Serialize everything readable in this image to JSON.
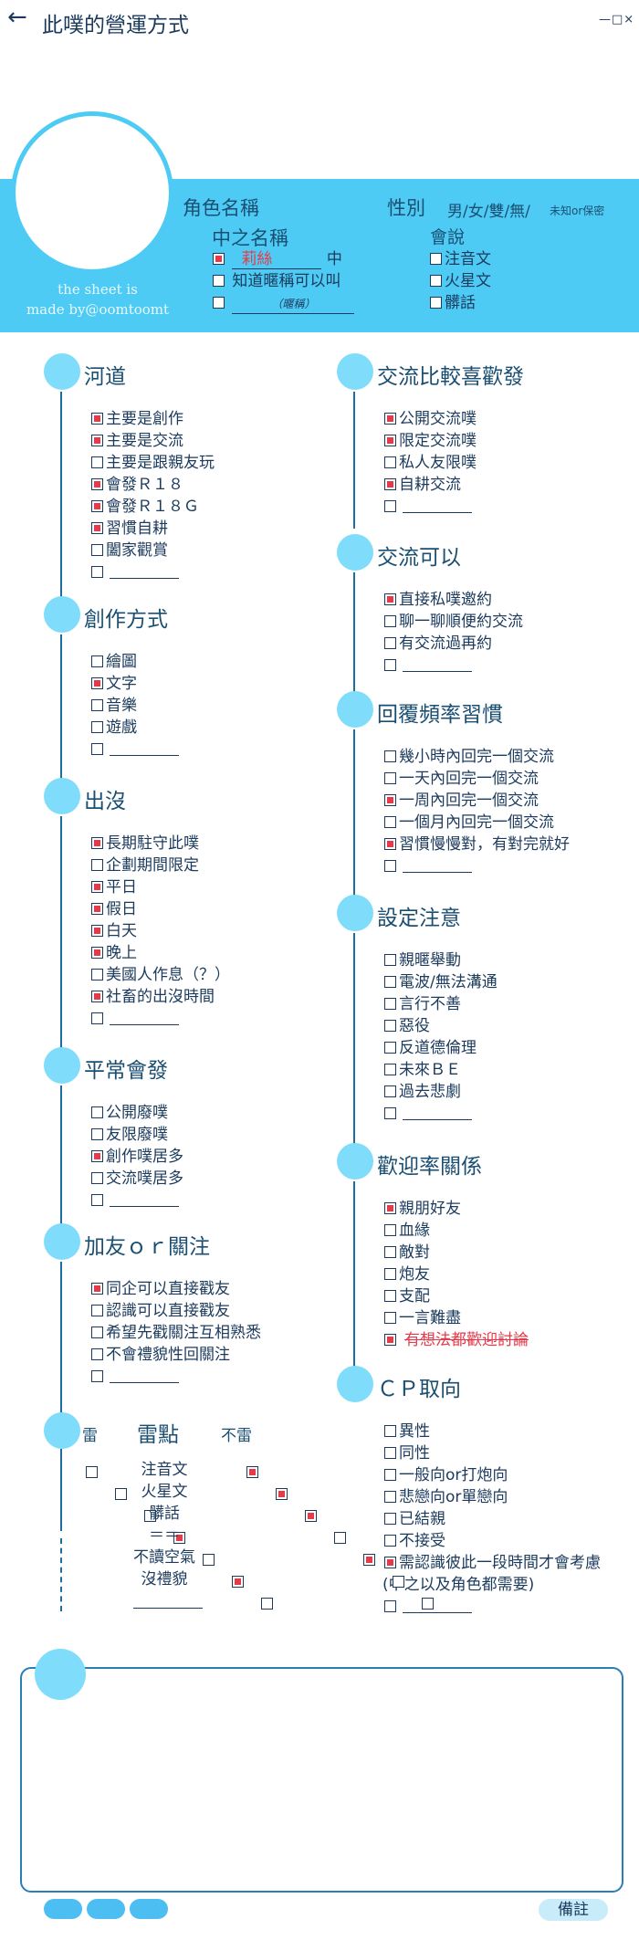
{
  "header": {
    "back_icon": "←",
    "title": "此噗的營運方式",
    "window_controls": "—□×"
  },
  "profile": {
    "credit_line1": "the sheet is",
    "credit_line2": "made by@oomtoomt",
    "role_name_label": "角色名稱",
    "gender_label": "性別",
    "gender_options": "男/女/雙/無/",
    "gender_note": "未知or保密",
    "zhongzhi_label": "中之名稱",
    "zhongzhi_value": "莉絲",
    "zhongzhi_suffix": "中",
    "zhongzhi_opt2": "知道暱稱可以叫",
    "zhongzhi_opt3_hint": "（暱稱）",
    "speak_label": "會說",
    "speak_items": [
      "注音文",
      "火星文",
      "髒話"
    ]
  },
  "left_sections": [
    {
      "title": "河道",
      "items": [
        {
          "label": "主要是創作",
          "checked": true
        },
        {
          "label": "主要是交流",
          "checked": true
        },
        {
          "label": "主要是跟親友玩",
          "checked": false
        },
        {
          "label": "會發Ｒ１８",
          "checked": true
        },
        {
          "label": "會發Ｒ１８Ｇ",
          "checked": true
        },
        {
          "label": "習慣自耕",
          "checked": true
        },
        {
          "label": "闔家觀賞",
          "checked": false
        }
      ]
    },
    {
      "title": "創作方式",
      "items": [
        {
          "label": "繪圖",
          "checked": false
        },
        {
          "label": "文字",
          "checked": true
        },
        {
          "label": "音樂",
          "checked": false
        },
        {
          "label": "遊戲",
          "checked": false
        }
      ]
    },
    {
      "title": "出沒",
      "items": [
        {
          "label": "長期駐守此噗",
          "checked": true
        },
        {
          "label": "企劃期間限定",
          "checked": false
        },
        {
          "label": "平日",
          "checked": true
        },
        {
          "label": "假日",
          "checked": true
        },
        {
          "label": "白天",
          "checked": true
        },
        {
          "label": "晚上",
          "checked": true
        },
        {
          "label": "美國人作息（？）",
          "checked": false
        },
        {
          "label": "社畜的出沒時間",
          "checked": true
        }
      ]
    },
    {
      "title": "平常會發",
      "items": [
        {
          "label": "公開廢噗",
          "checked": false
        },
        {
          "label": "友限廢噗",
          "checked": false
        },
        {
          "label": "創作噗居多",
          "checked": true
        },
        {
          "label": "交流噗居多",
          "checked": false
        }
      ]
    },
    {
      "title": "加友ｏｒ關注",
      "items": [
        {
          "label": "同企可以直接戳友",
          "checked": true
        },
        {
          "label": "認識可以直接戳友",
          "checked": false
        },
        {
          "label": "希望先戳關注互相熟悉",
          "checked": false
        },
        {
          "label": "不會禮貌性回關注",
          "checked": false
        }
      ]
    }
  ],
  "right_sections": [
    {
      "title": "交流比較喜歡發",
      "items": [
        {
          "label": "公開交流噗",
          "checked": true
        },
        {
          "label": "限定交流噗",
          "checked": true
        },
        {
          "label": "私人友限噗",
          "checked": false
        },
        {
          "label": "自耕交流",
          "checked": true
        }
      ]
    },
    {
      "title": "交流可以",
      "items": [
        {
          "label": "直接私噗邀約",
          "checked": true
        },
        {
          "label": "聊一聊順便約交流",
          "checked": false
        },
        {
          "label": "有交流過再約",
          "checked": false
        }
      ]
    },
    {
      "title": "回覆頻率習慣",
      "items": [
        {
          "label": "幾小時內回完一個交流",
          "checked": false
        },
        {
          "label": "一天內回完一個交流",
          "checked": false
        },
        {
          "label": "一周內回完一個交流",
          "checked": true
        },
        {
          "label": "一個月內回完一個交流",
          "checked": false
        },
        {
          "label": "習慣慢慢對，有對完就好",
          "checked": true
        }
      ]
    },
    {
      "title": "設定注意",
      "items": [
        {
          "label": "親暱舉動",
          "checked": false
        },
        {
          "label": "電波/無法溝通",
          "checked": false
        },
        {
          "label": "言行不善",
          "checked": false
        },
        {
          "label": "惡役",
          "checked": false
        },
        {
          "label": "反道德倫理",
          "checked": false
        },
        {
          "label": "未來ＢＥ",
          "checked": false
        },
        {
          "label": "過去悲劇",
          "checked": false
        }
      ]
    },
    {
      "title": "歡迎率關係",
      "items": [
        {
          "label": "親朋好友",
          "checked": true
        },
        {
          "label": "血緣",
          "checked": false
        },
        {
          "label": "敵對",
          "checked": false
        },
        {
          "label": "炮友",
          "checked": false
        },
        {
          "label": "支配",
          "checked": false
        },
        {
          "label": "一言難盡",
          "checked": false
        }
      ],
      "extra": "有想法都歡迎討論"
    },
    {
      "title": "ＣＰ取向",
      "items": [
        {
          "label": "異性",
          "checked": false
        },
        {
          "label": "同性",
          "checked": false
        },
        {
          "label": "一般向or打炮向",
          "checked": false
        },
        {
          "label": "悲戀向or單戀向",
          "checked": false
        },
        {
          "label": "已結親",
          "checked": false
        },
        {
          "label": "不接受",
          "checked": false
        },
        {
          "label": "需認識彼此一段時間才會考慮",
          "checked": true
        }
      ],
      "extra2": "(中之以及角色都需要)"
    }
  ],
  "landmines": {
    "header_left": "雷",
    "header_mid": "雷點",
    "header_right": "不雷",
    "rows": [
      {
        "label": "注音文",
        "left": false,
        "right": true
      },
      {
        "label": "火星文",
        "left": false,
        "right": true
      },
      {
        "label": "髒話",
        "left": false,
        "right": true
      },
      {
        "label": "＝＝",
        "left": true,
        "right": false
      },
      {
        "label": "不讀空氣",
        "left": false,
        "right": true
      },
      {
        "label": "沒禮貌",
        "left": true,
        "right": false
      }
    ]
  },
  "footer": {
    "note_button": "備註"
  }
}
